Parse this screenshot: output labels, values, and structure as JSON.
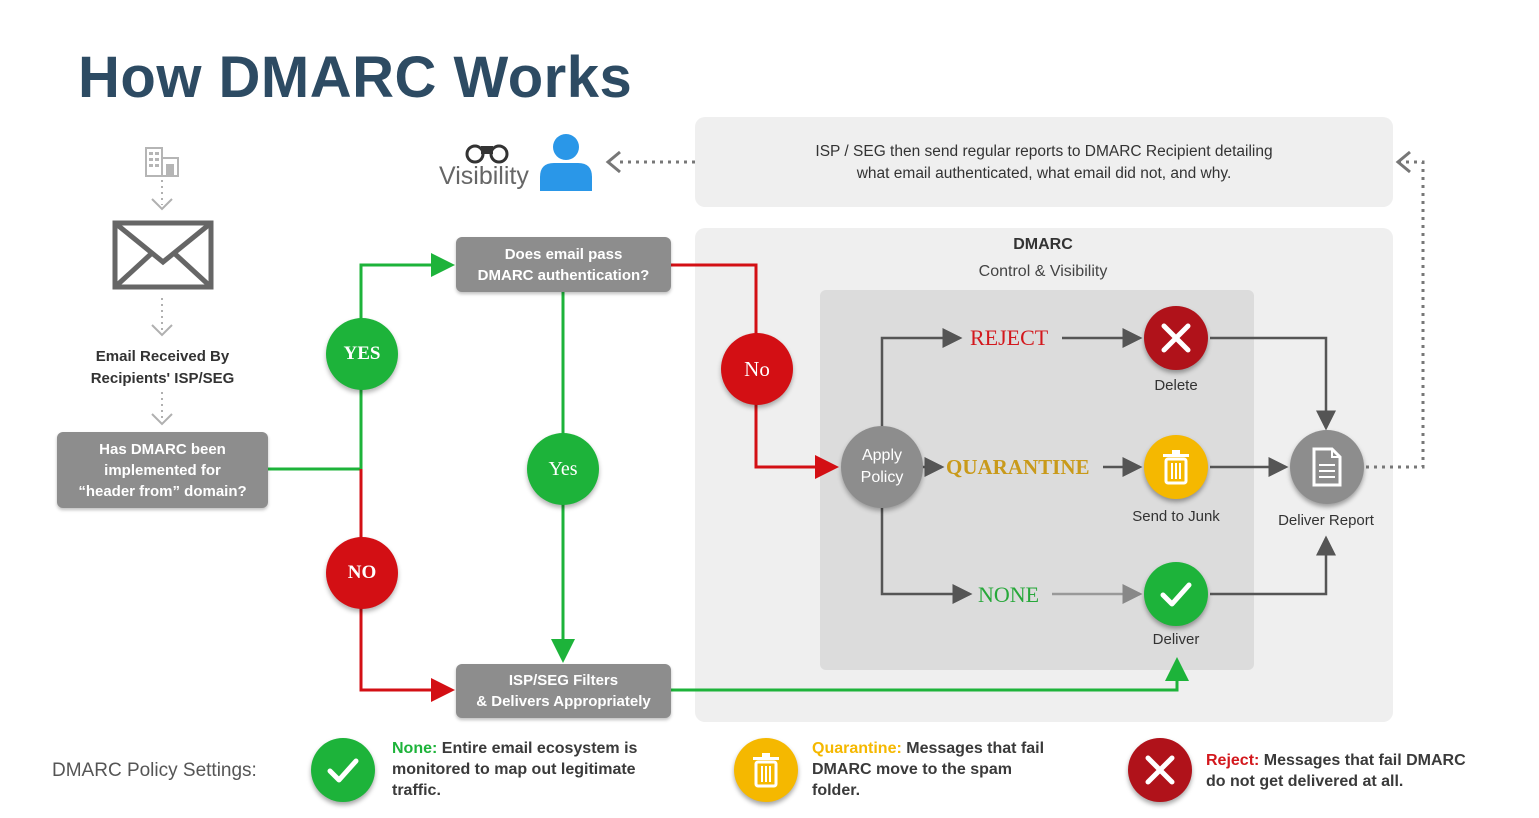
{
  "title": "How DMARC Works",
  "visibility_label": "Visibility",
  "report_text_line1": "ISP / SEG then send regular reports to DMARC Recipient detailing",
  "report_text_line2": "what email authenticated, what email did not, and why.",
  "dmarc_panel": {
    "title": "DMARC",
    "subtitle": "Control & Visibility"
  },
  "email_received_line1": "Email Received By",
  "email_received_line2": "Recipients' ISP/SEG",
  "has_dmarc_line1": "Has DMARC been",
  "has_dmarc_line2": "implemented for",
  "has_dmarc_line3": "“header from” domain?",
  "pass_line1": "Does email pass",
  "pass_line2": "DMARC authentication?",
  "filters_line1": "ISP/SEG Filters",
  "filters_line2": "& Delivers Appropriately",
  "yes_upper": "YES",
  "no_upper": "NO",
  "yes_lower": "Yes",
  "no_lower": "No",
  "apply_line1": "Apply",
  "apply_line2": "Policy",
  "reject_label": "REJECT",
  "quarantine_label": "QUARANTINE",
  "none_label": "NONE",
  "delete_label": "Delete",
  "junk_label": "Send to Junk",
  "deliver_label": "Deliver",
  "deliver_report_label": "Deliver Report",
  "legend": {
    "heading": "DMARC Policy Settings:",
    "none_key": "None:",
    "none_line1": " Entire email ecosystem is",
    "none_line2": "monitored to map out legitimate",
    "none_line3": "traffic.",
    "quarantine_key": "Quarantine:",
    "quarantine_line1": " Messages that fail",
    "quarantine_line2": "DMARC move to the spam",
    "quarantine_line3": "folder.",
    "reject_key": "Reject:",
    "reject_line1": " Messages that fail DMARC",
    "reject_line2": "do not get delivered at all."
  },
  "colors": {
    "title": "#2d4b63",
    "green": "#1db33a",
    "red": "#d30f14",
    "amber": "#f5b800",
    "reject_text": "#d3181d",
    "quarantine_text": "#c99a1a",
    "none_text": "#27a83a",
    "box_gray": "#8d8d8d"
  },
  "icons": [
    "building-icon",
    "envelope-icon",
    "binoculars-icon",
    "person-icon",
    "x-icon",
    "trash-icon",
    "check-icon",
    "document-icon"
  ]
}
